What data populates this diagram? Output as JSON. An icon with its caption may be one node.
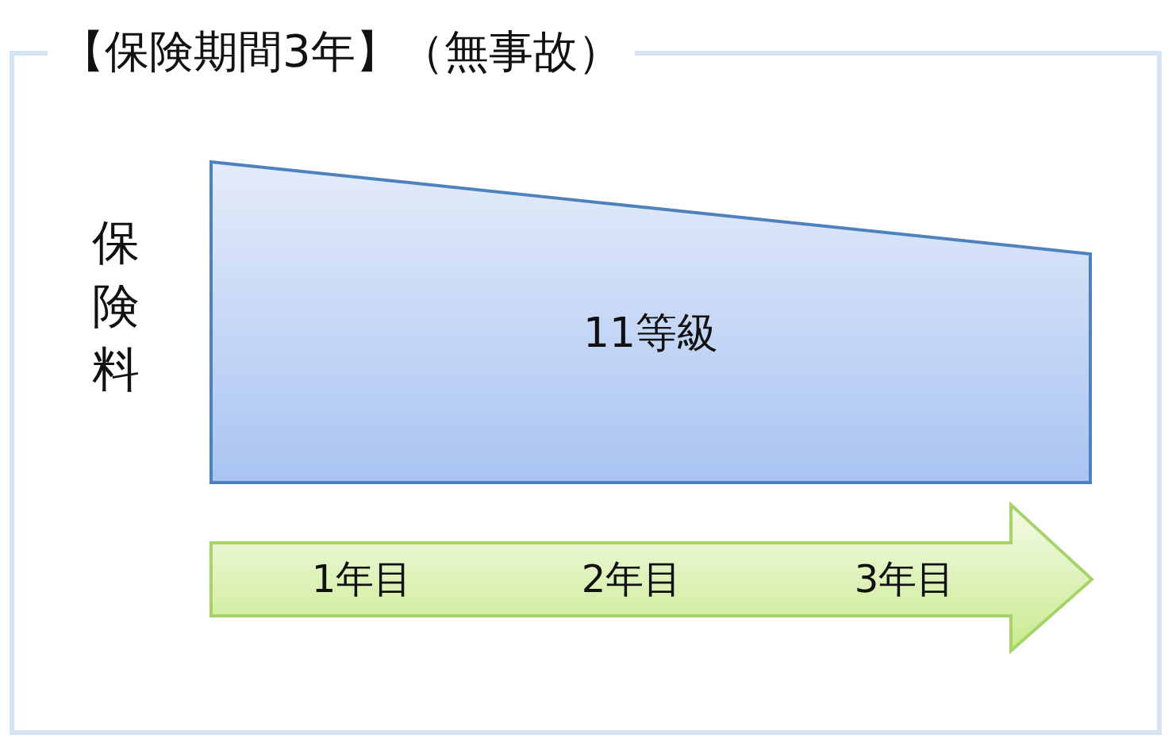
{
  "diagram": {
    "title": "【保険期間3年】（無事故）",
    "nodes": [
      {
        "text": [
          "11等級"
        ]
      },
      {
        "text": [
          "1年目",
          "2年目",
          "3年目"
        ]
      }
    ],
    "labels": [
      "保険料"
    ]
  }
}
